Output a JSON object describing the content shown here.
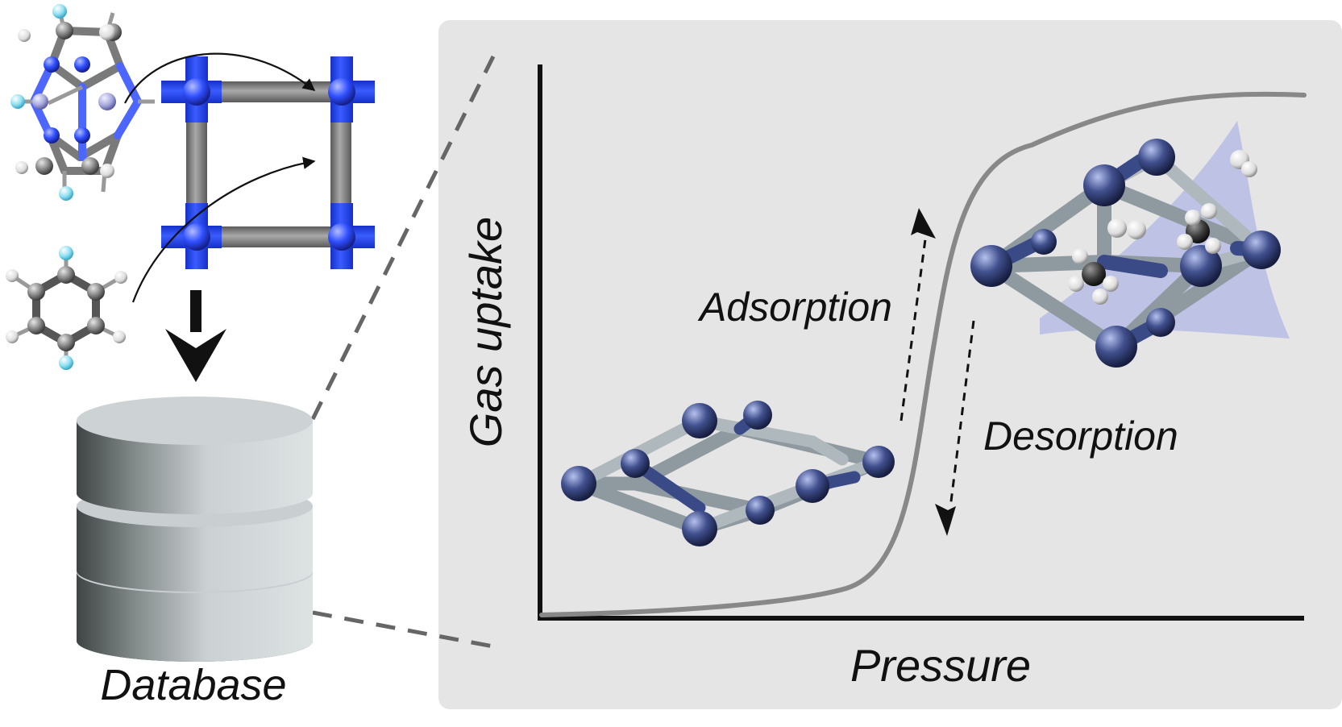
{
  "labels": {
    "database": "Database",
    "y_axis": "Gas uptake",
    "x_axis": "Pressure",
    "adsorption": "Adsorption",
    "desorption": "Desorption"
  },
  "colors": {
    "panel": "#e5e5e5",
    "metal_node": "#1f3fe8",
    "carbon": "#7b7b7b",
    "sphere_node": "#3a4a86",
    "rod": "#9aa5ab",
    "curve": "#888888",
    "cylinder": "#c9cfd1"
  },
  "icons": {
    "linker_molecule": "imidazolate-dimer-icon",
    "ligand": "difluorobenzene-icon",
    "framework": "square-grid-framework-icon",
    "database": "database-cylinder-icon",
    "empty_framework": "collapsed-framework-icon",
    "filled_framework": "open-framework-with-gas-icon"
  }
}
